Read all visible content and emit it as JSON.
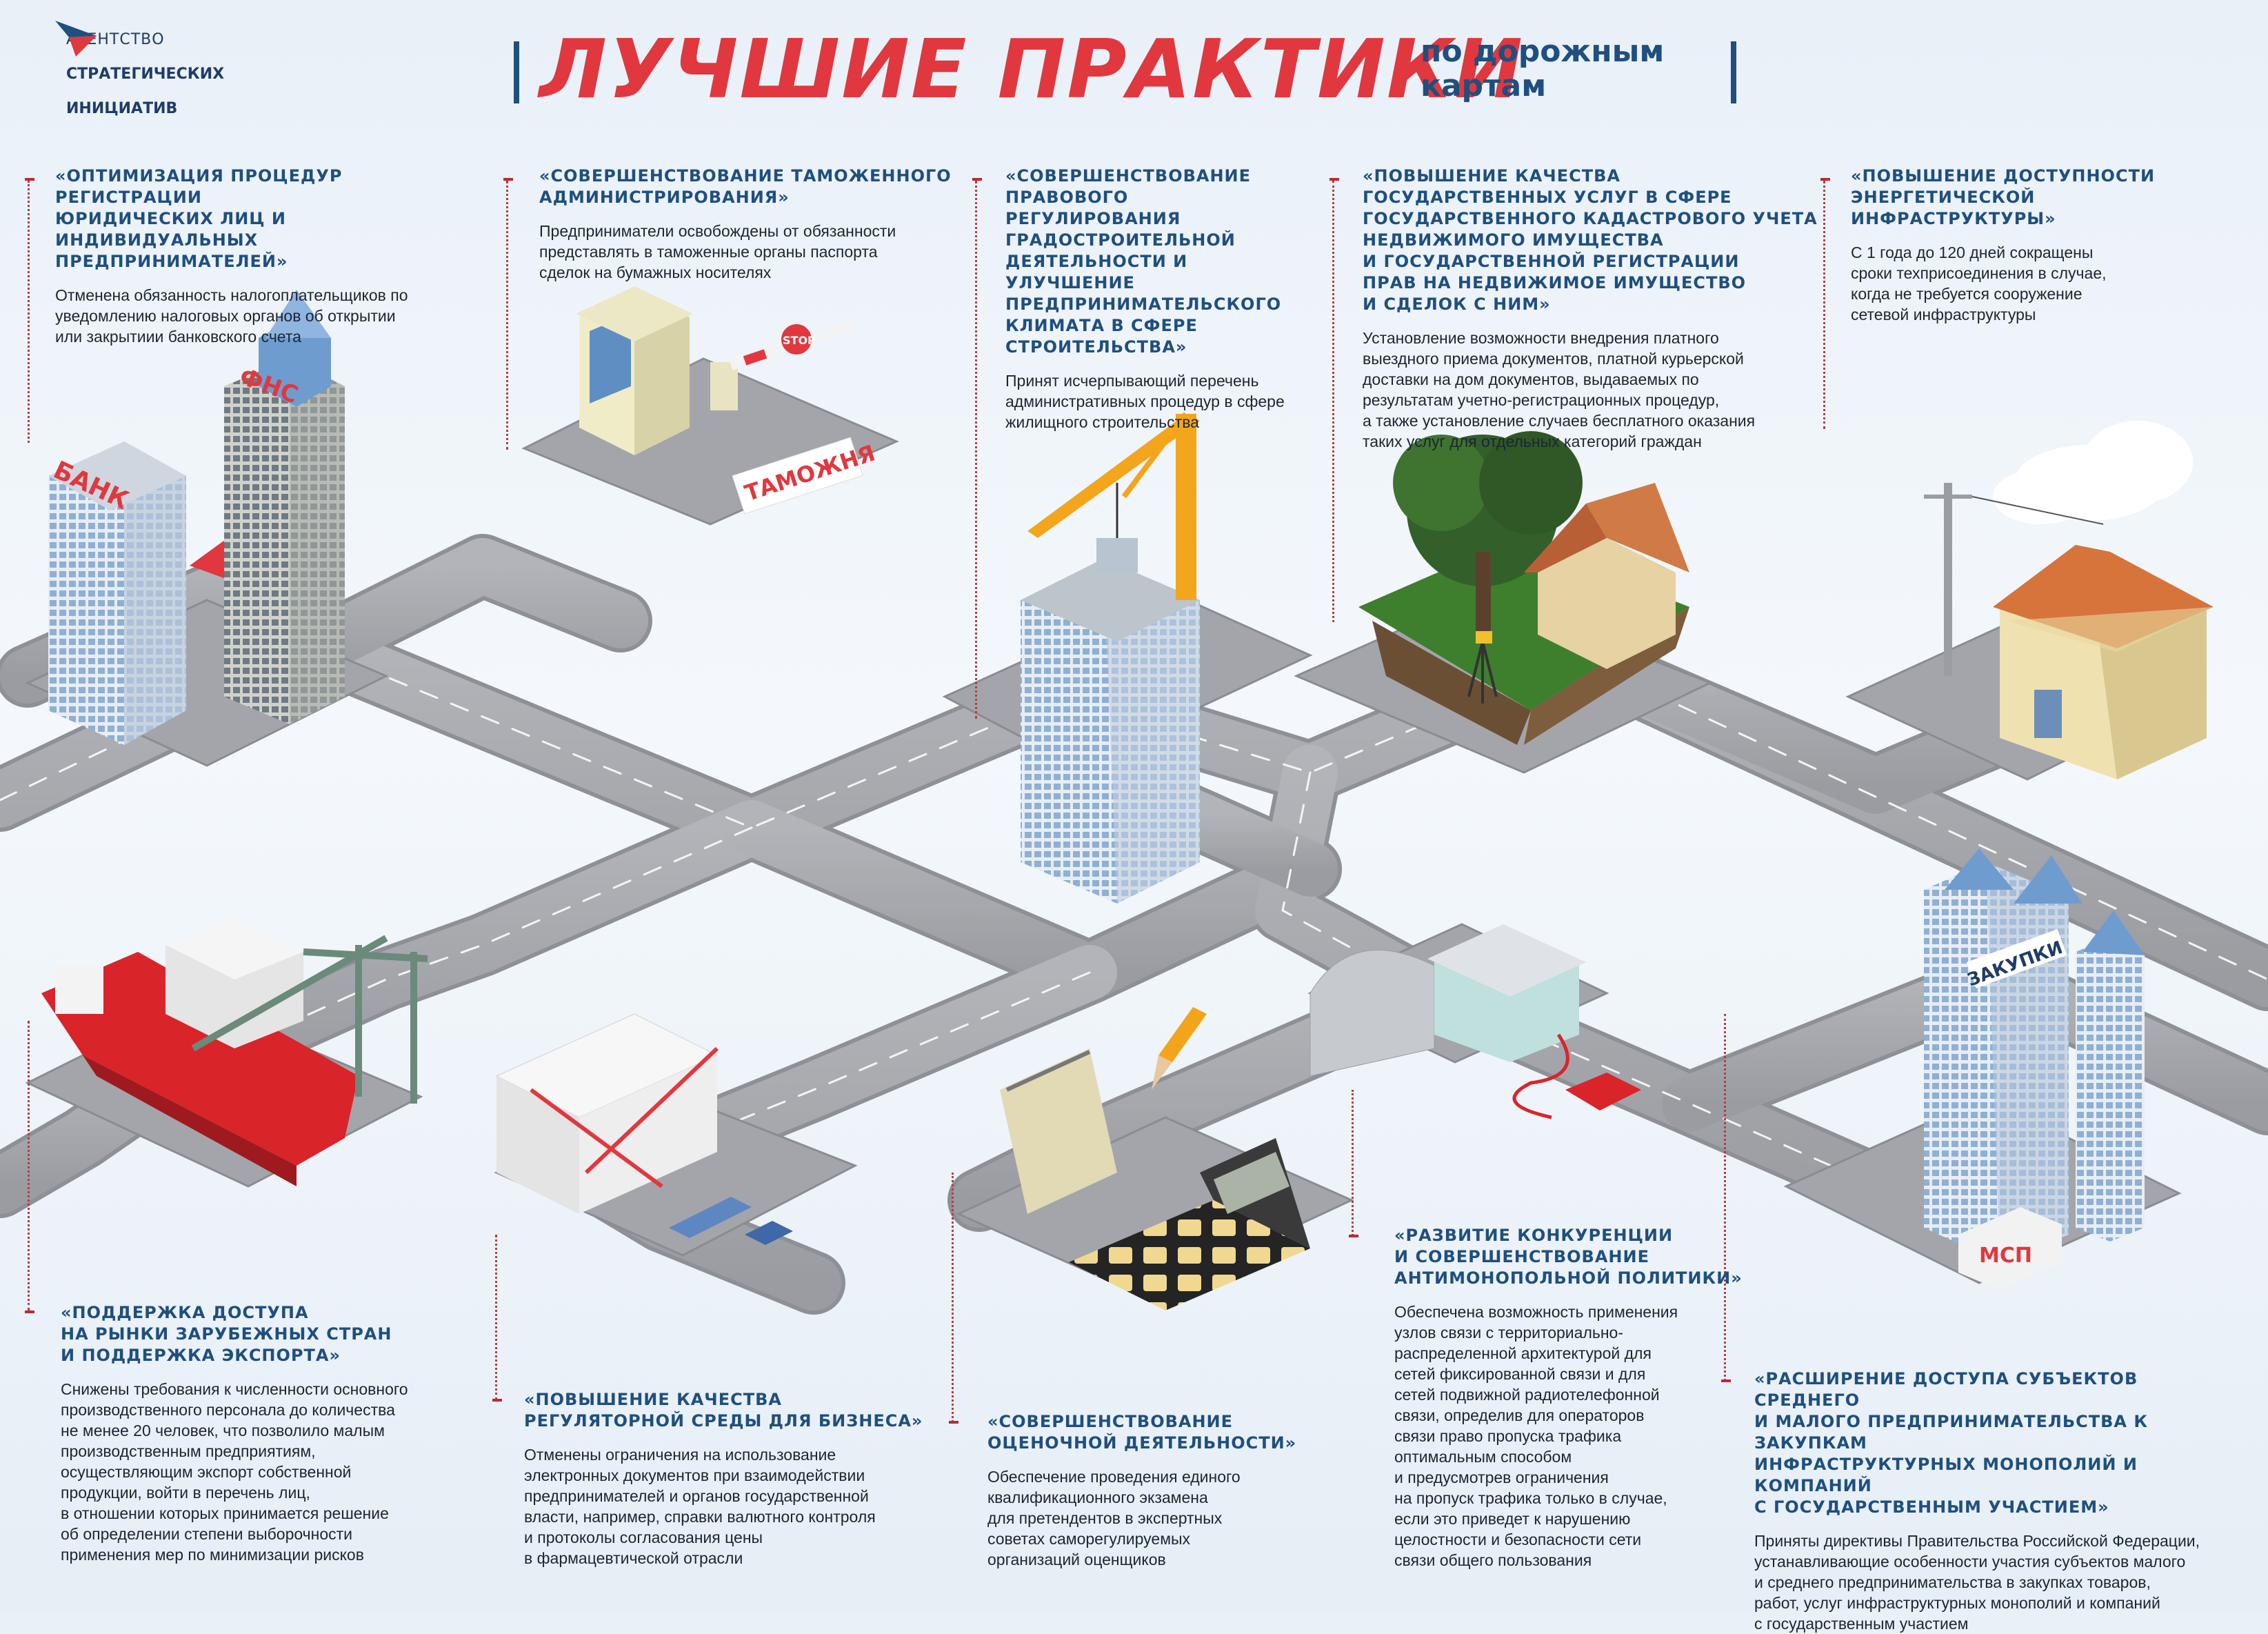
{
  "header": {
    "logo_lines": [
      "АГЕНТСТВО",
      "СТРАТЕГИЧЕСКИХ",
      "ИНИЦИАТИВ"
    ],
    "title": "ЛУЧШИЕ ПРАКТИКИ",
    "subtitle": "по дорожным\nкартам"
  },
  "colors": {
    "accent_red": "#e0383e",
    "title_blue": "#1f4f7f",
    "road": "#a9abb0",
    "background": "#edf3f9"
  },
  "scene_labels": {
    "bank": "БАНК",
    "fns": "ФНС",
    "customs": "ТАМОЖНЯ",
    "stop": "STOP",
    "procurement": "ЗАКУПКИ",
    "msp": "МСП"
  },
  "blocks": [
    {
      "id": "registration",
      "title": "«ОПТИМИЗАЦИЯ ПРОЦЕДУР РЕГИСТРАЦИИ\nЮРИДИЧЕСКИХ ЛИЦ И ИНДИВИДУАЛЬНЫХ\nПРЕДПРИНИМАТЕЛЕЙ»",
      "text": "Отменена обязанность налогоплательщиков по\nуведомлению налоговых органов об открытии\nили закрытиии банковского счета"
    },
    {
      "id": "customs",
      "title": "«СОВЕРШЕНСТВОВАНИЕ ТАМОЖЕННОГО\nАДМИНИСТРИРОВАНИЯ»",
      "text": "Предприниматели освобождены от обязанности\nпредставлять в таможенные органы паспорта\nсделок на бумажных носителях"
    },
    {
      "id": "construction",
      "title": "«СОВЕРШЕНСТВОВАНИЕ\nПРАВОВОГО РЕГУЛИРОВАНИЯ\nГРАДОСТРОИТЕЛЬНОЙ\nДЕЯТЕЛЬНОСТИ И УЛУЧШЕНИЕ\nПРЕДПРИНИМАТЕЛЬСКОГО\nКЛИМАТА В СФЕРЕ\nСТРОИТЕЛЬСТВА»",
      "text": "Принят исчерпывающий перечень\nадминистративных процедур в сфере\nжилищного строительства"
    },
    {
      "id": "cadastre",
      "title": "«ПОВЫШЕНИЕ КАЧЕСТВА\nГОСУДАРСТВЕННЫХ УСЛУГ В СФЕРЕ\nГОСУДАРСТВЕННОГО КАДАСТРОВОГО УЧЕТА\nНЕДВИЖИМОГО ИМУЩЕСТВА\nИ ГОСУДАРСТВЕННОЙ РЕГИСТРАЦИИ\nПРАВ НА НЕДВИЖИМОЕ ИМУЩЕСТВО\nИ СДЕЛОК С НИМ»",
      "text": "Установление возможности внедрения платного\nвыездного приема документов, платной курьерской\nдоставки на дом документов, выдаваемых по\nрезультатам учетно-регистрационных процедур,\nа также установление случаев бесплатного оказания\nтаких услуг для отдельных категорий граждан"
    },
    {
      "id": "energy",
      "title": "«ПОВЫШЕНИЕ ДОСТУПНОСТИ\nЭНЕРГЕТИЧЕСКОЙ ИНФРАСТРУКТУРЫ»",
      "text": "С 1 года до 120 дней сокращены\nсроки техприсоединения в случае,\nкогда не требуется сооружение\nсетевой инфраструктуры"
    },
    {
      "id": "export",
      "title": "«ПОДДЕРЖКА ДОСТУПА\nНА РЫНКИ ЗАРУБЕЖНЫХ СТРАН\nИ ПОДДЕРЖКА ЭКСПОРТА»",
      "text": "Снижены требования к численности основного\nпроизводственного персонала до количества\nне менее 20 человек, что позволило малым\nпроизводственным предприятиям,\nосуществляющим экспорт собственной\nпродукции, войти в перечень лиц,\nв отношении которых принимается решение\nоб определении степени выборочности\nприменения мер по минимизации рисков"
    },
    {
      "id": "regulatory",
      "title": "«ПОВЫШЕНИЕ КАЧЕСТВА\nРЕГУЛЯТОРНОЙ СРЕДЫ ДЛЯ БИЗНЕСА»",
      "text": "Отменены ограничения на использование\nэлектронных документов при взаимодействии\nпредпринимателей и органов государственной\nвласти, например, справки валютного контроля\nи протоколы согласования цены\nв фармацевтической отрасли"
    },
    {
      "id": "appraisal",
      "title": "«СОВЕРШЕНСТВОВАНИЕ\nОЦЕНОЧНОЙ ДЕЯТЕЛЬНОСТИ»",
      "text": "Обеспечение проведения единого\nквалификационного экзамена\nдля претендентов в экспертных\nсоветах саморегулируемых\nорганизаций оценщиков"
    },
    {
      "id": "competition",
      "title": "«РАЗВИТИЕ КОНКУРЕНЦИИ\nИ СОВЕРШЕНСТВОВАНИЕ\nАНТИМОНОПОЛЬНОЙ ПОЛИТИКИ»",
      "text": "Обеспечена возможность применения\nузлов связи с территориально-\nраспределенной архитектурой для\nсетей фиксированной связи и для\nсетей подвижной радиотелефонной\nсвязи, определив для операторов\nсвязи право пропуска трафика\nоптимальным способом\nи предусмотрев ограничения\nна пропуск трафика только в случае,\nесли это приведет к нарушению\nцелостности и безопасности сети\nсвязи общего пользования"
    },
    {
      "id": "procurement",
      "title": "«РАСШИРЕНИЕ ДОСТУПА СУБЪЕКТОВ СРЕДНЕГО\nИ МАЛОГО ПРЕДПРИНИМАТЕЛЬСТВА К ЗАКУПКАМ\nИНФРАСТРУКТУРНЫХ МОНОПОЛИЙ И КОМПАНИЙ\nС ГОСУДАРСТВЕННЫМ УЧАСТИЕМ»",
      "text": "Приняты директивы Правительства Российской Федерации,\nустанавливающие особенности участия субъектов малого\nи среднего предпринимательства в закупках товаров,\nработ, услуг инфраструктурных монополий и компаний\nс государственным участием"
    }
  ]
}
